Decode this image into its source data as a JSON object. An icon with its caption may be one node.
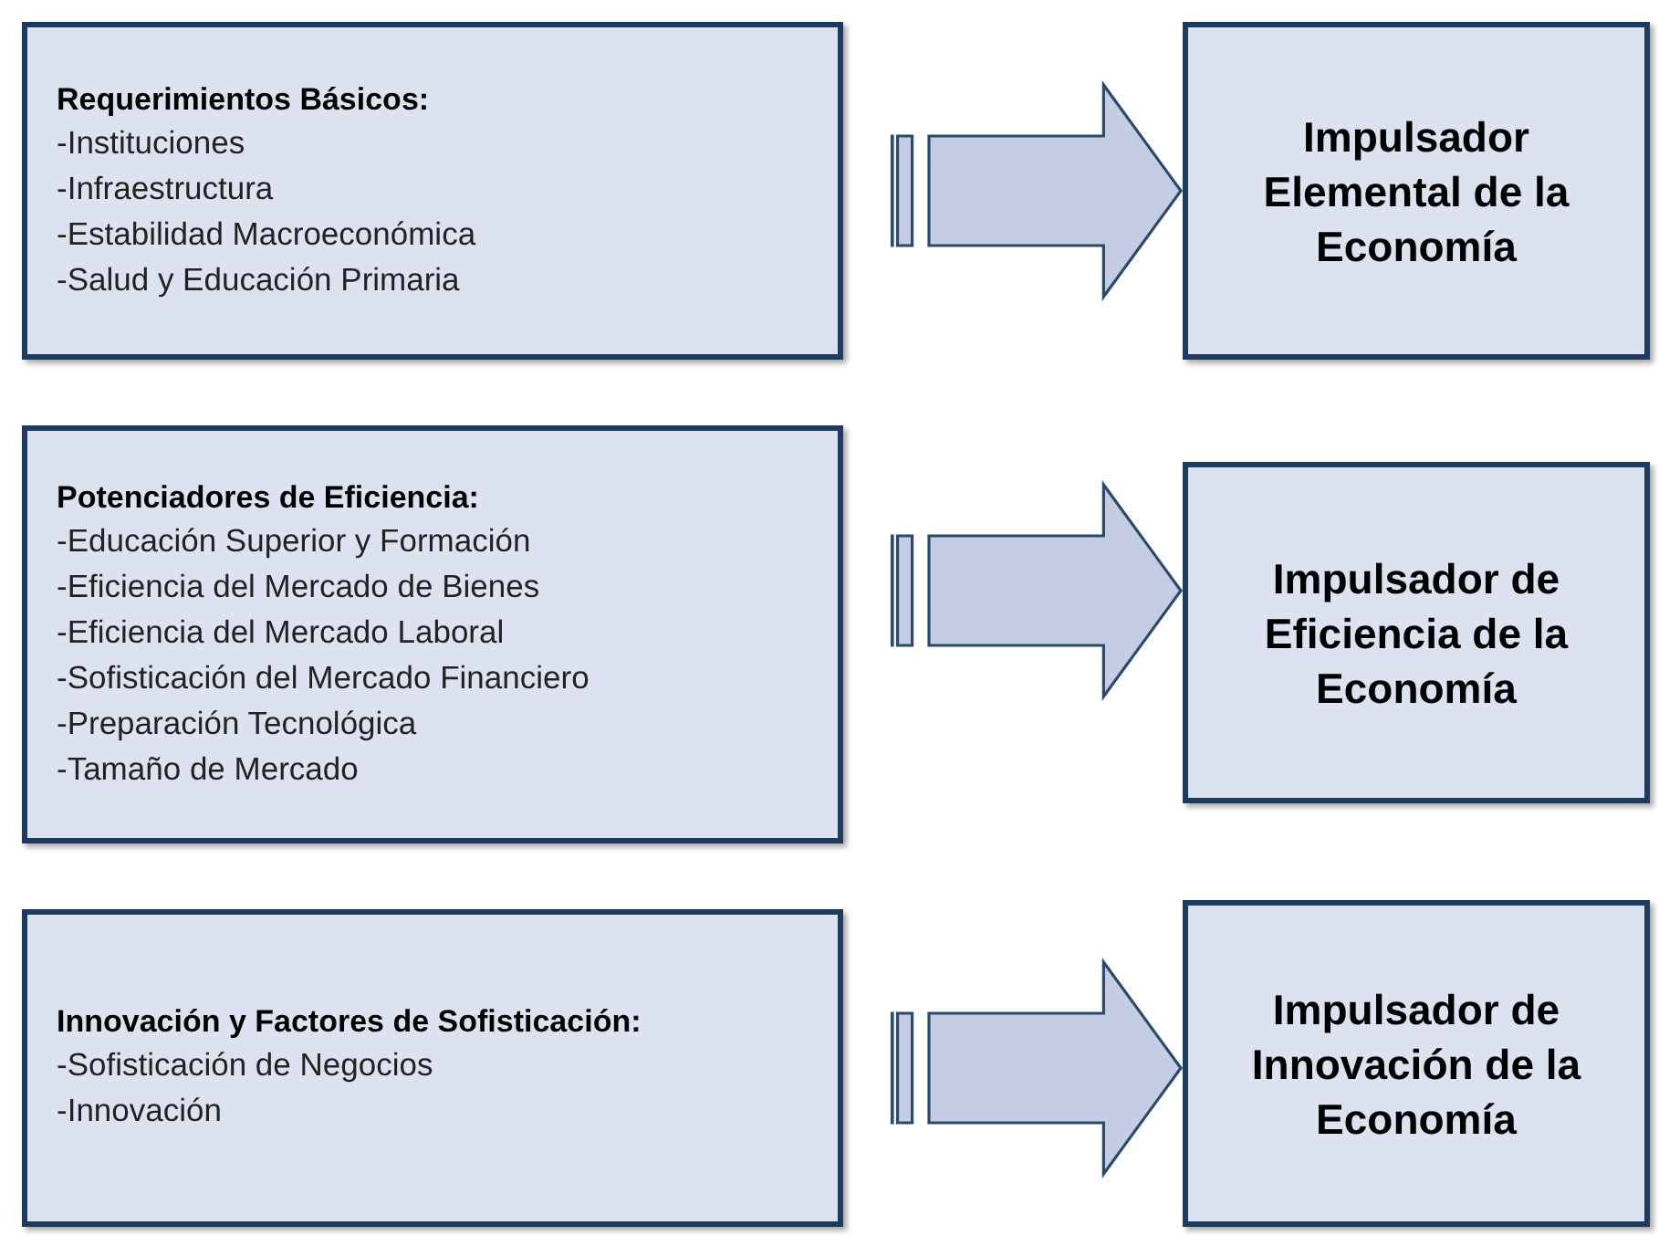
{
  "diagram": {
    "nodes": [
      {
        "text": [
          "Requerimientos Básicos:",
          "-Instituciones",
          "-Infraestructura",
          "-Estabilidad Macroeconómica",
          "-Salud y Educación Primaria"
        ]
      },
      {
        "text": [
          "Impulsador Elemental de la Economía"
        ]
      },
      {
        "text": [
          "Potenciadores de Eficiencia:",
          "-Educación Superior y Formación",
          "-Eficiencia del Mercado de Bienes",
          "-Eficiencia del Mercado Laboral",
          "-Sofisticación del Mercado Financiero",
          "-Preparación Tecnológica",
          "-Tamaño de Mercado"
        ]
      },
      {
        "text": [
          "Impulsador de Eficiencia de la Economía"
        ]
      },
      {
        "text": [
          "Innovación y Factores de Sofisticación:",
          "-Sofisticación de Negocios",
          "-Innovación"
        ]
      },
      {
        "text": [
          "Impulsador de Innovación de la Economía"
        ]
      }
    ],
    "edges": [
      {
        "from": 0,
        "to": 1,
        "arrow": "to"
      },
      {
        "from": 2,
        "to": 3,
        "arrow": "to"
      },
      {
        "from": 4,
        "to": 5,
        "arrow": "to"
      }
    ]
  }
}
